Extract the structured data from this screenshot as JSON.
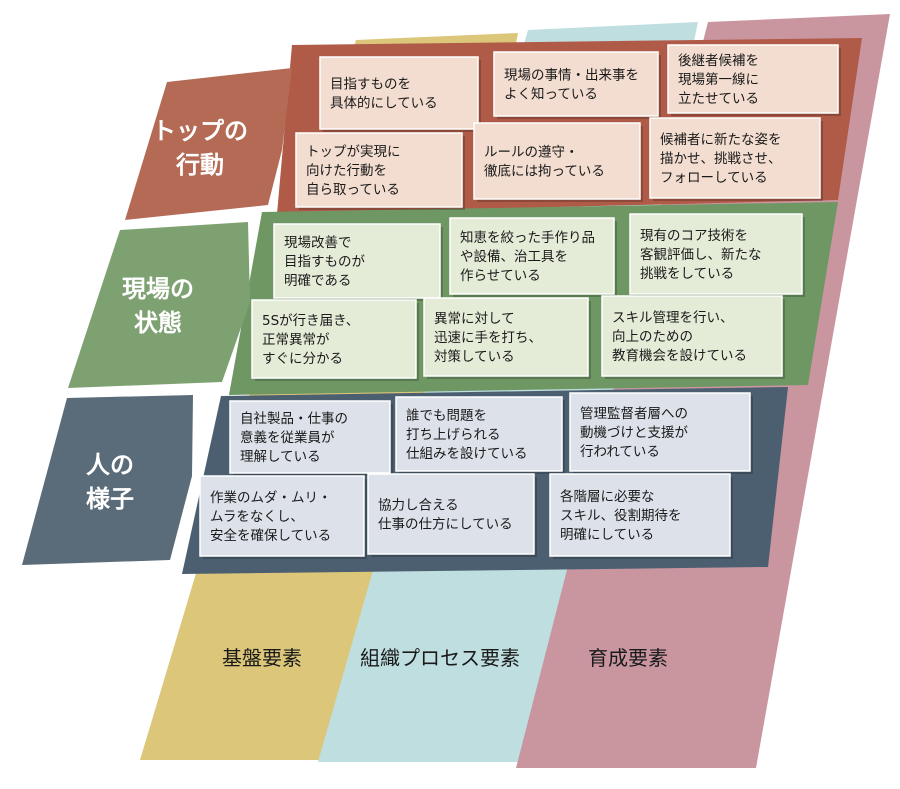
{
  "colors": {
    "column_yellow": "#dcc67a",
    "column_blue": "#bfdee0",
    "column_pink": "#c996a0",
    "row1_arrow": "#b46a55",
    "row2_arrow": "#7ea171",
    "row3_arrow": "#5a6b79",
    "row1_panel": "#b05a48",
    "row2_panel": "#6f9764",
    "row3_panel": "#4c5f70",
    "row1_card": "#f2ddd0",
    "row2_card": "#e4ecd8",
    "row3_card": "#dde2ea"
  },
  "rows": [
    {
      "label_lines": [
        "トップの",
        "行動"
      ]
    },
    {
      "label_lines": [
        "現場の",
        "状態"
      ]
    },
    {
      "label_lines": [
        "人の",
        "様子"
      ]
    }
  ],
  "columns": [
    {
      "label": "基盤要素"
    },
    {
      "label": "組織プロセス要素"
    },
    {
      "label": "育成要素"
    }
  ],
  "cells": [
    [
      {
        "top": [
          "目指すものを",
          "具体的にしている"
        ],
        "bottom": [
          "トップが実現に",
          "向けた行動を",
          "自ら取っている"
        ]
      },
      {
        "top": [
          "現場の事情・出来事を",
          "よく知っている"
        ],
        "bottom": [
          "ルールの遵守・",
          "徹底には拘っている"
        ]
      },
      {
        "top": [
          "後継者候補を",
          "現場第一線に",
          "立たせている"
        ],
        "bottom": [
          "候補者に新たな姿を",
          "描かせ、挑戦させ、",
          "フォローしている"
        ]
      }
    ],
    [
      {
        "top": [
          "現場改善で",
          "目指すものが",
          "明確である"
        ],
        "bottom": [
          "5Sが行き届き、",
          "正常異常が",
          "すぐに分かる"
        ]
      },
      {
        "top": [
          "知恵を絞った手作り品",
          "や設備、治工具を",
          "作らせている"
        ],
        "bottom": [
          "異常に対して",
          "迅速に手を打ち、",
          "対策している"
        ]
      },
      {
        "top": [
          "現有のコア技術を",
          "客観評価し、新たな",
          "挑戦をしている"
        ],
        "bottom": [
          "スキル管理を行い、",
          "向上のための",
          "教育機会を設けている"
        ]
      }
    ],
    [
      {
        "top": [
          "自社製品・仕事の",
          "意義を従業員が",
          "理解している"
        ],
        "bottom": [
          "作業のムダ・ムリ・",
          "ムラをなくし、",
          "安全を確保している"
        ]
      },
      {
        "top": [
          "誰でも問題を",
          "打ち上げられる",
          "仕組みを設けている"
        ],
        "bottom": [
          "協力し合える",
          "仕事の仕方にしている"
        ]
      },
      {
        "top": [
          "管理監督者層への",
          "動機づけと支援が",
          "行われている"
        ],
        "bottom": [
          "各階層に必要な",
          "スキル、役割期待を",
          "明確にしている"
        ]
      }
    ]
  ]
}
